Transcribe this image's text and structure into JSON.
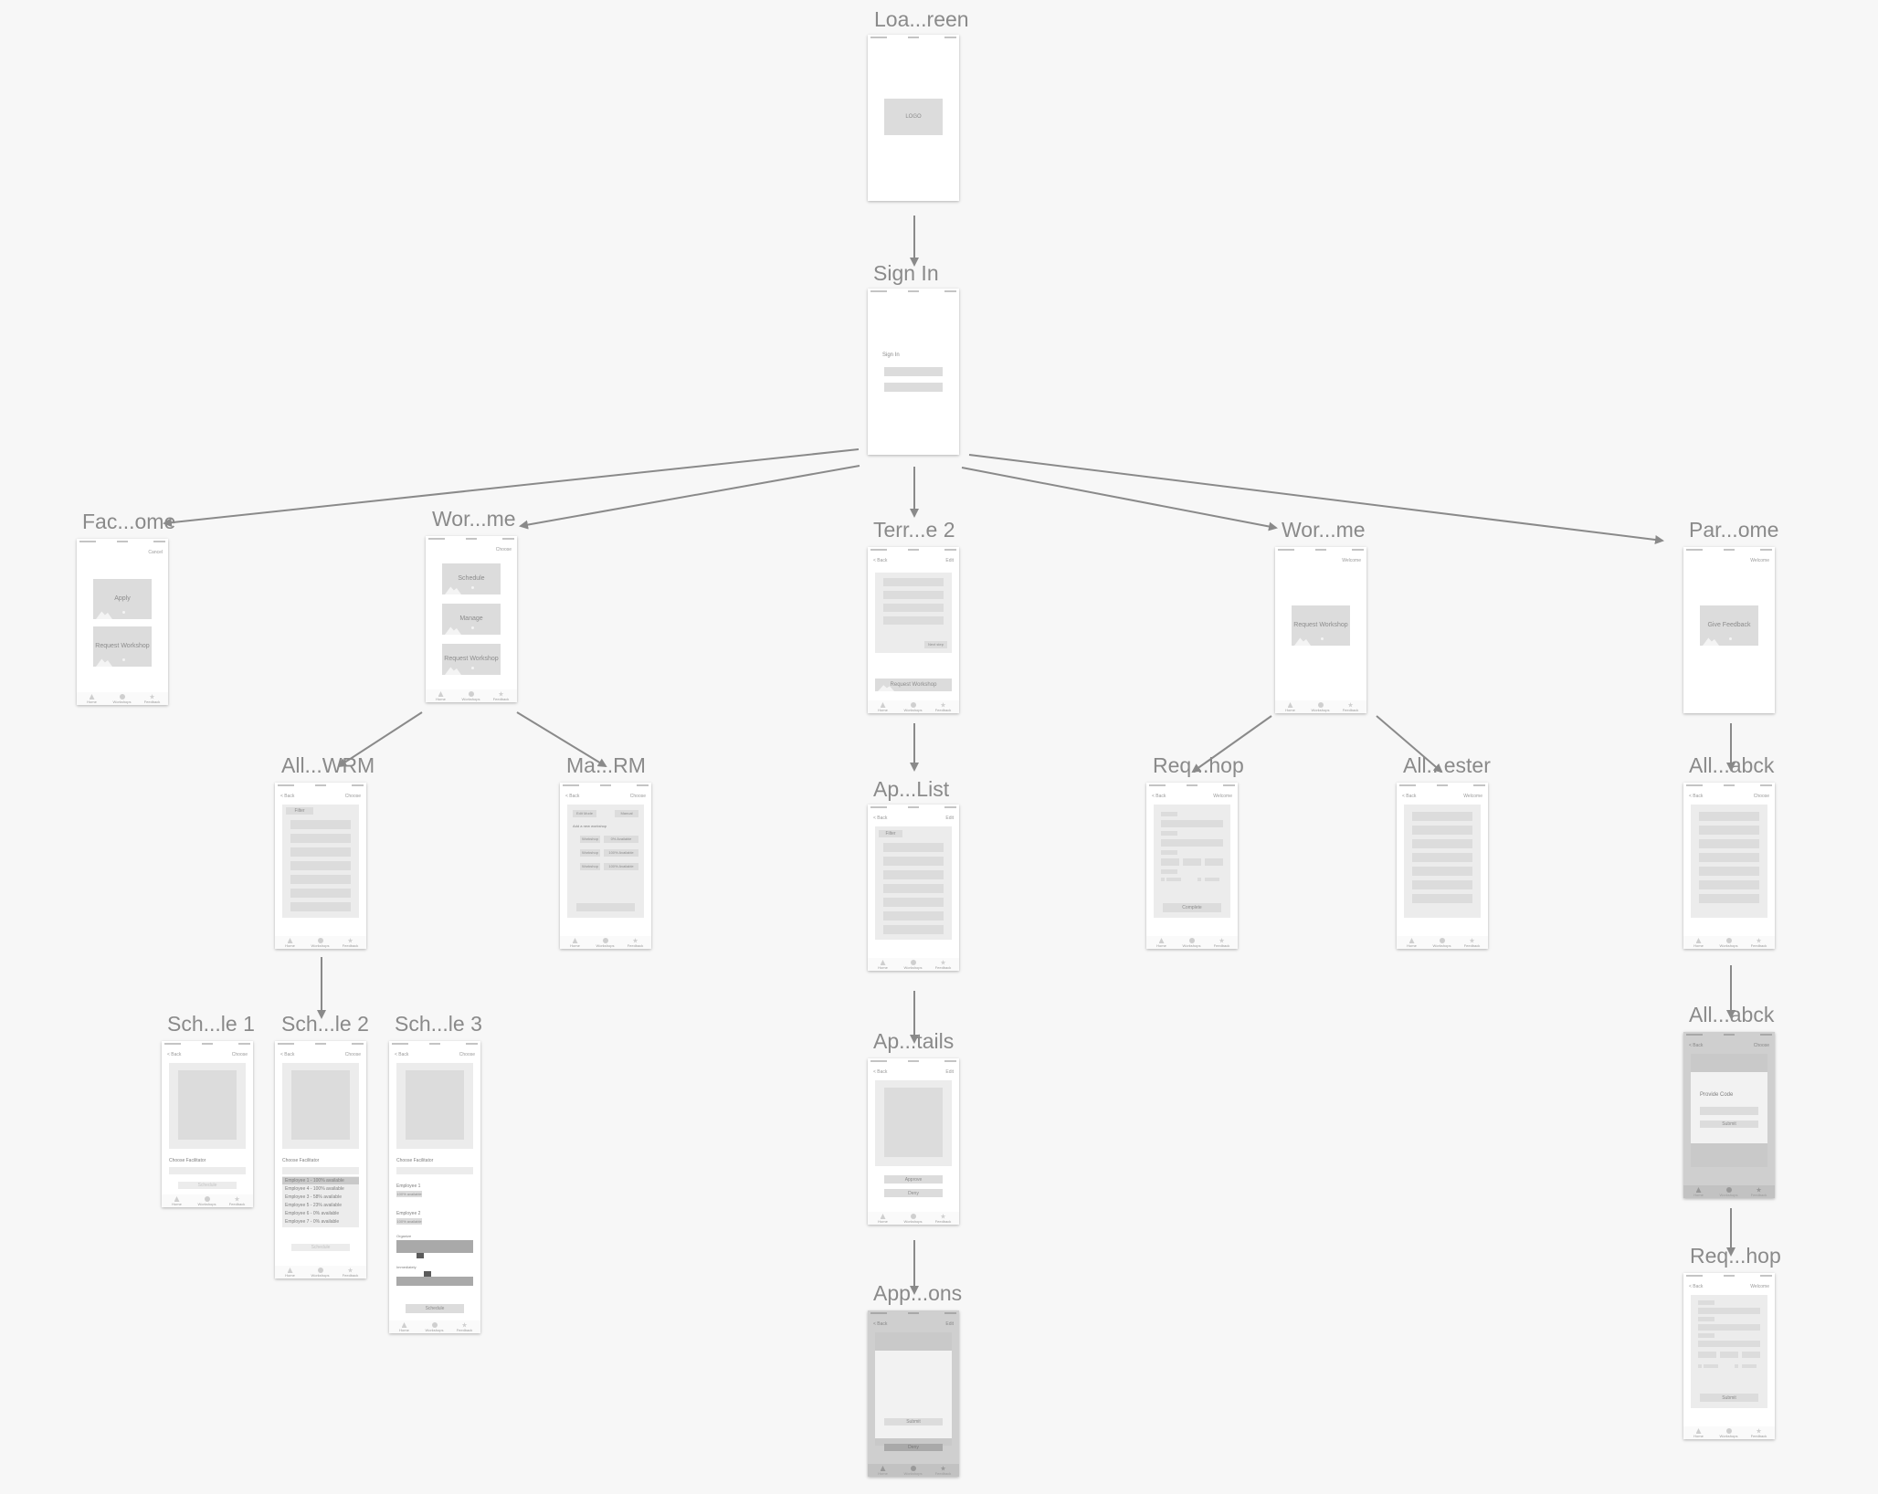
{
  "colors": {
    "background": "#f7f7f7",
    "arrow": "#8a8a8a",
    "title": "#8a8a8a",
    "placeholder": "#dcdcdc"
  },
  "tabbar": {
    "home": "Home",
    "workshops": "Workshops",
    "feedback": "Feedback"
  },
  "screens": {
    "loading": {
      "title": "Loa...reen",
      "logo": "LOGO"
    },
    "signin": {
      "title": "Sign In",
      "heading": "Sign In"
    },
    "fac_home": {
      "title": "Fac...ome",
      "nav_right": "Cancel",
      "btn1": "Apply",
      "btn2": "Request Workshop"
    },
    "wor_home1": {
      "title": "Wor...me",
      "nav_right": "Choose",
      "btn1": "Schedule",
      "btn2": "Manage",
      "btn3": "Request Workshop"
    },
    "terr2": {
      "title": "Terr...e 2",
      "nav_left": "< Back",
      "nav_right": "Edit",
      "btn_small": "Next step",
      "btn": "Request Workshop"
    },
    "wor_home2": {
      "title": "Wor...me",
      "nav_right": "Welcome",
      "btn": "Request Workshop"
    },
    "par_home": {
      "title": "Par...ome",
      "nav_right": "Welcome",
      "btn": "Give Feedback"
    },
    "all_wrm": {
      "title": "All...WRM",
      "nav_left": "< Back",
      "nav_right": "Choose",
      "chip": "Filter"
    },
    "ma_rm": {
      "title": "Ma...RM",
      "nav_left": "< Back",
      "nav_right": "Choose",
      "seg1": "Edit Mode",
      "seg2": "Manual",
      "label": "Add a new workshop",
      "rows": [
        "Workshop",
        "Workshop",
        "Workshop"
      ],
      "vals": [
        "0% Available",
        "100% Available",
        "100% Available"
      ]
    },
    "ap_list": {
      "title": "Ap...List",
      "nav_left": "< Back",
      "nav_right": "Edit",
      "chip": "Filter"
    },
    "req_hop1": {
      "title": "Req...hop",
      "nav_left": "< Back",
      "nav_right": "Welcome",
      "btn": "Complete"
    },
    "all_ester": {
      "title": "All...ester",
      "nav_left": "< Back",
      "nav_right": "Welcome"
    },
    "all_abck1": {
      "title": "All...abck",
      "nav_left": "< Back",
      "nav_right": "Choose"
    },
    "sch1": {
      "title": "Sch...le 1",
      "nav_left": "< Back",
      "nav_right": "Choose",
      "label": "Choose Facilitator",
      "btn": "Schedule"
    },
    "sch2": {
      "title": "Sch...le 2",
      "nav_left": "< Back",
      "nav_right": "Choose",
      "label": "Choose Facilitator",
      "options": [
        "Employee 1 - 100% available",
        "Employee 4 - 100% available",
        "Employee 3 - 58% available",
        "Employee 5 - 23% available",
        "Employee 6 - 0% available",
        "Employee 7 - 0% available"
      ],
      "btn": "Schedule"
    },
    "sch3": {
      "title": "Sch...le 3",
      "nav_left": "< Back",
      "nav_right": "Choose",
      "label": "Choose Facilitator",
      "emp1": "Employee 1",
      "emp1_tag": "100% available",
      "emp2": "Employee 2",
      "emp2_tag": "100% available",
      "label_a": "Organize",
      "label_b": "Immediately",
      "btn": "Schedule"
    },
    "ap_tails": {
      "title": "Ap...tails",
      "nav_left": "< Back",
      "nav_right": "Edit",
      "btn1": "Approve",
      "btn2": "Deny"
    },
    "all_abck2": {
      "title": "All...abck",
      "nav_left": "< Back",
      "nav_right": "Choose",
      "label": "Provide Code",
      "btn": "Submit"
    },
    "app_ons": {
      "title": "App...ons",
      "nav_left": "< Back",
      "nav_right": "Edit",
      "btn1": "Submit",
      "btn2": "Deny"
    },
    "req_hop2": {
      "title": "Req...hop",
      "nav_left": "< Back",
      "nav_right": "Welcome",
      "btn": "Submit"
    }
  }
}
